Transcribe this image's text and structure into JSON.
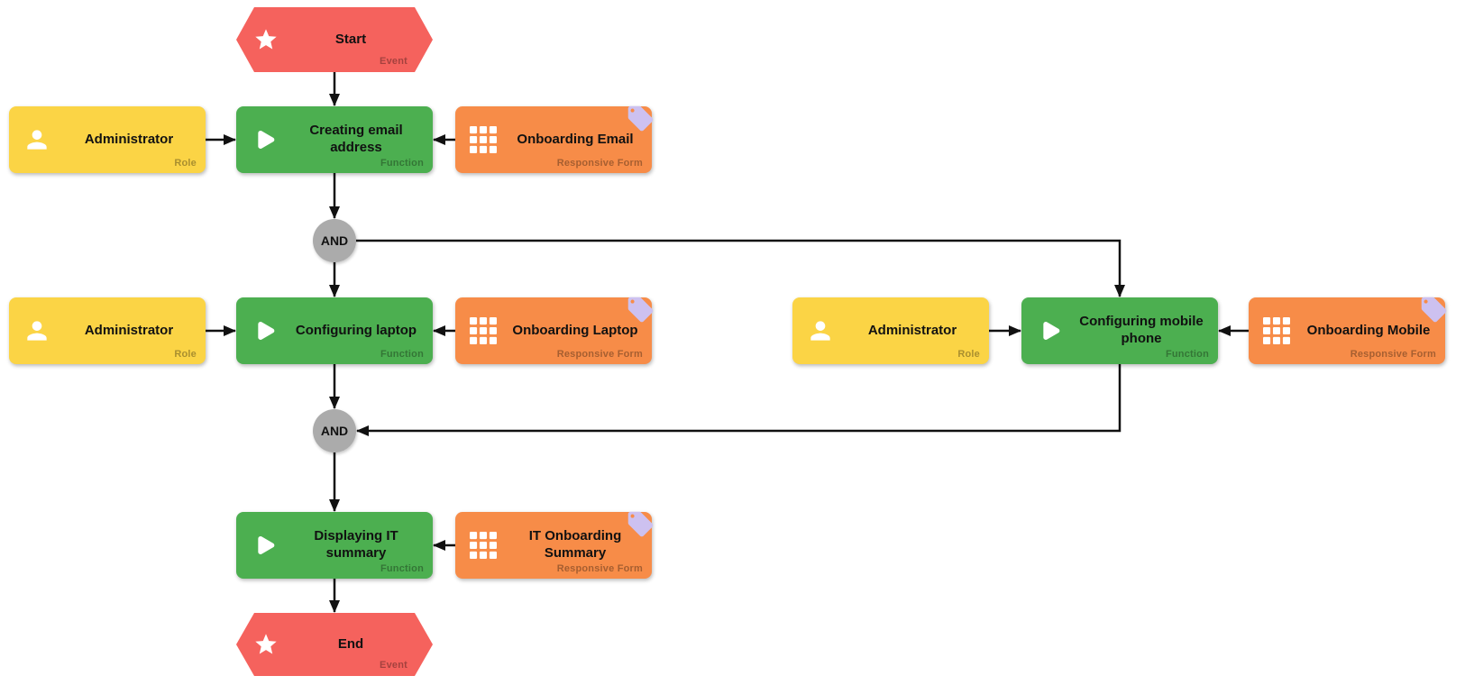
{
  "diagram": {
    "title_hint": "IT onboarding EPC process diagram",
    "colors": {
      "event": "#f5625d",
      "function": "#4caf50",
      "role": "#fbd445",
      "form": "#f78c48",
      "connector": "#ababab",
      "tag": "#cdc1f0",
      "arrow": "#111111"
    },
    "icons": {
      "event": "star-icon",
      "function": "play-icon",
      "role": "user-icon",
      "form": "grid-icon",
      "form_badge": "tag-icon"
    },
    "nodes": {
      "start": {
        "label": "Start",
        "type_label": "Event"
      },
      "role_email": {
        "label": "Administrator",
        "type_label": "Role"
      },
      "func_email": {
        "label": "Creating email address",
        "type_label": "Function"
      },
      "form_email": {
        "label": "Onboarding Email",
        "type_label": "Responsive Form"
      },
      "and1": {
        "label": "AND"
      },
      "role_laptop": {
        "label": "Administrator",
        "type_label": "Role"
      },
      "func_laptop": {
        "label": "Configuring laptop",
        "type_label": "Function"
      },
      "form_laptop": {
        "label": "Onboarding Laptop",
        "type_label": "Responsive Form"
      },
      "role_mobile": {
        "label": "Administrator",
        "type_label": "Role"
      },
      "func_mobile": {
        "label": "Configuring mobile phone",
        "type_label": "Function"
      },
      "form_mobile": {
        "label": "Onboarding Mobile",
        "type_label": "Responsive Form"
      },
      "and2": {
        "label": "AND"
      },
      "func_summary": {
        "label": "Displaying IT summary",
        "type_label": "Function"
      },
      "form_summary": {
        "label": "IT Onboarding Summary",
        "type_label": "Responsive Form"
      },
      "end": {
        "label": "End",
        "type_label": "Event"
      }
    },
    "edges": [
      {
        "from": "start",
        "to": "func_email"
      },
      {
        "from": "role_email",
        "to": "func_email"
      },
      {
        "from": "form_email",
        "to": "func_email"
      },
      {
        "from": "func_email",
        "to": "and1"
      },
      {
        "from": "and1",
        "to": "func_laptop"
      },
      {
        "from": "and1",
        "to": "func_mobile"
      },
      {
        "from": "role_laptop",
        "to": "func_laptop"
      },
      {
        "from": "form_laptop",
        "to": "func_laptop"
      },
      {
        "from": "role_mobile",
        "to": "func_mobile"
      },
      {
        "from": "form_mobile",
        "to": "func_mobile"
      },
      {
        "from": "func_laptop",
        "to": "and2"
      },
      {
        "from": "func_mobile",
        "to": "and2"
      },
      {
        "from": "and2",
        "to": "func_summary"
      },
      {
        "from": "form_summary",
        "to": "func_summary"
      },
      {
        "from": "func_summary",
        "to": "end"
      }
    ]
  }
}
